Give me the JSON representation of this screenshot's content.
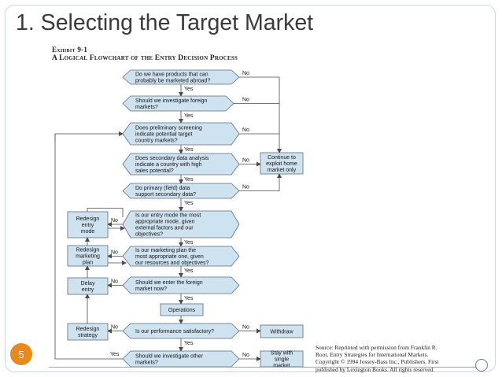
{
  "slide": {
    "title": "1. Selecting the Target Market",
    "page_number": "5"
  },
  "exhibit": {
    "number": "Exhibit 9-1",
    "title": "A Logical Flowchart of the Entry Decision Process"
  },
  "flowchart": {
    "decisions": [
      {
        "id": "d1",
        "lines": [
          "Do we have products that can",
          "probably be marketed abroad?"
        ]
      },
      {
        "id": "d2",
        "lines": [
          "Should we investigate foreign",
          "markets?"
        ]
      },
      {
        "id": "d3",
        "lines": [
          "Does preliminary screening",
          "indicate potential target",
          "country markets?"
        ]
      },
      {
        "id": "d4",
        "lines": [
          "Does secondary data analysis",
          "indicate a country with high",
          "sales potential?"
        ]
      },
      {
        "id": "d5",
        "lines": [
          "Do primary (field) data",
          "support secondary data?"
        ]
      },
      {
        "id": "d6",
        "lines": [
          "Is our entry mode the most",
          "appropriate mode, given",
          "external factors and our",
          "objectives?"
        ]
      },
      {
        "id": "d7",
        "lines": [
          "Is our marketing plan the",
          "most appropriate one, given",
          "our resources and objectives?"
        ]
      },
      {
        "id": "d8",
        "lines": [
          "Should we enter the foreign",
          "market now?"
        ]
      },
      {
        "id": "d9",
        "lines": [
          "Is our performance satisfactory?"
        ]
      },
      {
        "id": "d10",
        "lines": [
          "Should we investigate other",
          "markets?"
        ]
      }
    ],
    "boxes": [
      {
        "id": "continue",
        "lines": [
          "Continue to",
          "exploit home",
          "market only"
        ]
      },
      {
        "id": "redesign_entry",
        "lines": [
          "Redesign",
          "entry",
          "mode"
        ]
      },
      {
        "id": "redesign_marketing",
        "lines": [
          "Redesign",
          "marketing",
          "plan"
        ]
      },
      {
        "id": "delay",
        "lines": [
          "Delay",
          "entry"
        ]
      },
      {
        "id": "operations",
        "lines": [
          "Operations"
        ]
      },
      {
        "id": "redesign_strategy",
        "lines": [
          "Redesign",
          "strategy"
        ]
      },
      {
        "id": "withdraw",
        "lines": [
          "Withdraw"
        ]
      },
      {
        "id": "stay",
        "lines": [
          "Stay with",
          "single",
          "market"
        ]
      }
    ],
    "yes_label": "Yes",
    "no_label": "No"
  },
  "source": {
    "lines": [
      "Source: Reprinted with permission from Franklin R.",
      "Root, Entry Strategies for International Markets.",
      "Copyright © 1994 Jossey-Bass Inc., Publishers. First",
      "published by Lexington Books. All rights reserved."
    ]
  },
  "colors": {
    "node_fill": "#cfe2f0",
    "badge": "#e88a1a",
    "title_text": "#3a3a3a"
  }
}
